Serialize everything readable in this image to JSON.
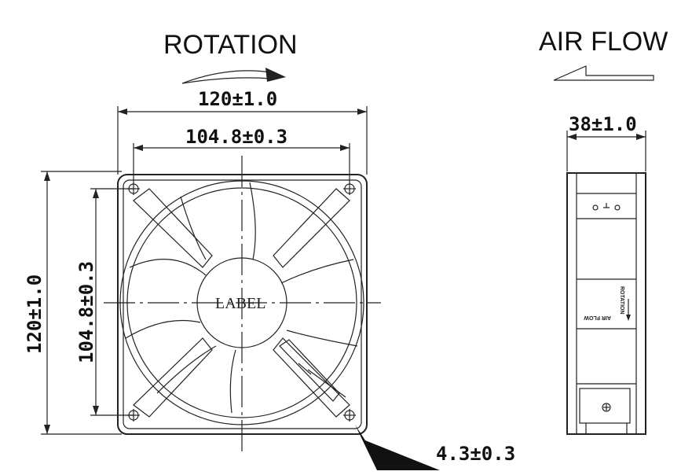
{
  "headings": {
    "rotation": "ROTATION",
    "air_flow": "AIR FLOW"
  },
  "dimensions": {
    "overall_width": "120±1.0",
    "hole_spacing_width": "104.8±0.3",
    "overall_height": "120±1.0",
    "hole_spacing_height": "104.8±0.3",
    "thickness": "38±1.0",
    "hole_diameter": "4.3±0.3"
  },
  "center_label": "LABEL",
  "side_view": {
    "rotation_text": "ROTATION",
    "airflow_text": "AIR FLOW"
  }
}
